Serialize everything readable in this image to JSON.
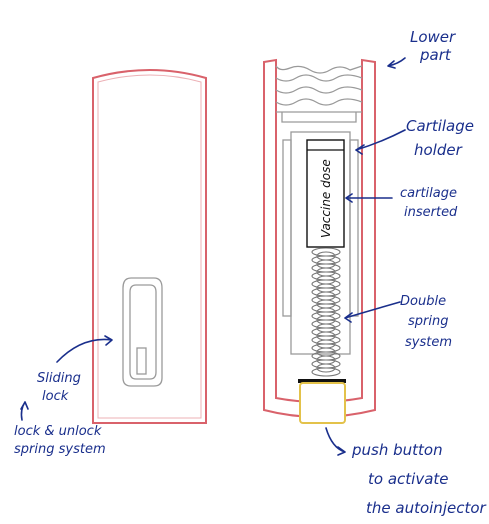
{
  "labels": {
    "lower_part": [
      "Lower",
      "part"
    ],
    "cartilage_holder": [
      "Cartilage",
      "holder"
    ],
    "cartilage_inserted": [
      "cartilage",
      "inserted"
    ],
    "double_spring": [
      "Double",
      "spring",
      "system"
    ],
    "sliding_lock": [
      "Sliding",
      "lock"
    ],
    "lock_unlock": [
      "lock & unlock",
      "spring system"
    ],
    "push_button": [
      "push button",
      "to activate",
      "the autoinjector"
    ],
    "vaccine_dose": "Vaccine dose"
  },
  "colors": {
    "outline": "#d9626b",
    "annotation": "#1a2f8c",
    "button": "#e3c24a",
    "mechanism": "#9a9a9a"
  }
}
